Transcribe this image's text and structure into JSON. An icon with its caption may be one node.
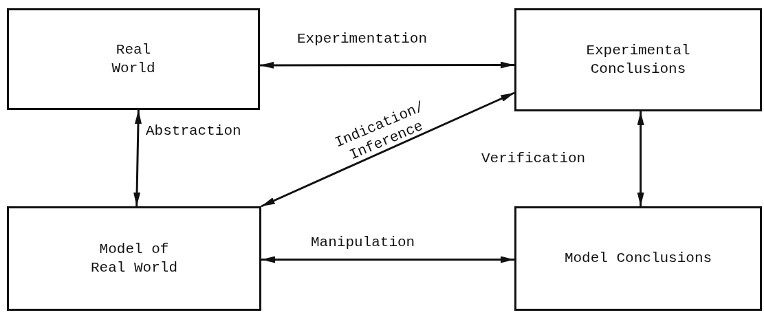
{
  "diagram": {
    "nodes": [
      {
        "text": [
          "Real World"
        ]
      },
      {
        "text": [
          "Experimental Conclusions"
        ]
      },
      {
        "text": [
          "Model of Real World"
        ]
      },
      {
        "text": [
          "Model Conclusions"
        ]
      }
    ],
    "edges": [
      {
        "from": 0,
        "to": 1,
        "arrow": "both",
        "label": "Experimentation"
      },
      {
        "from": 0,
        "to": 2,
        "arrow": "both",
        "label": "Abstraction"
      },
      {
        "from": 1,
        "to": 2,
        "arrow": "both",
        "label": "Indication/ Inference"
      },
      {
        "from": 1,
        "to": 3,
        "arrow": "both",
        "label": "Verification"
      },
      {
        "from": 2,
        "to": 3,
        "arrow": "both",
        "label": "Manipulation"
      }
    ]
  }
}
